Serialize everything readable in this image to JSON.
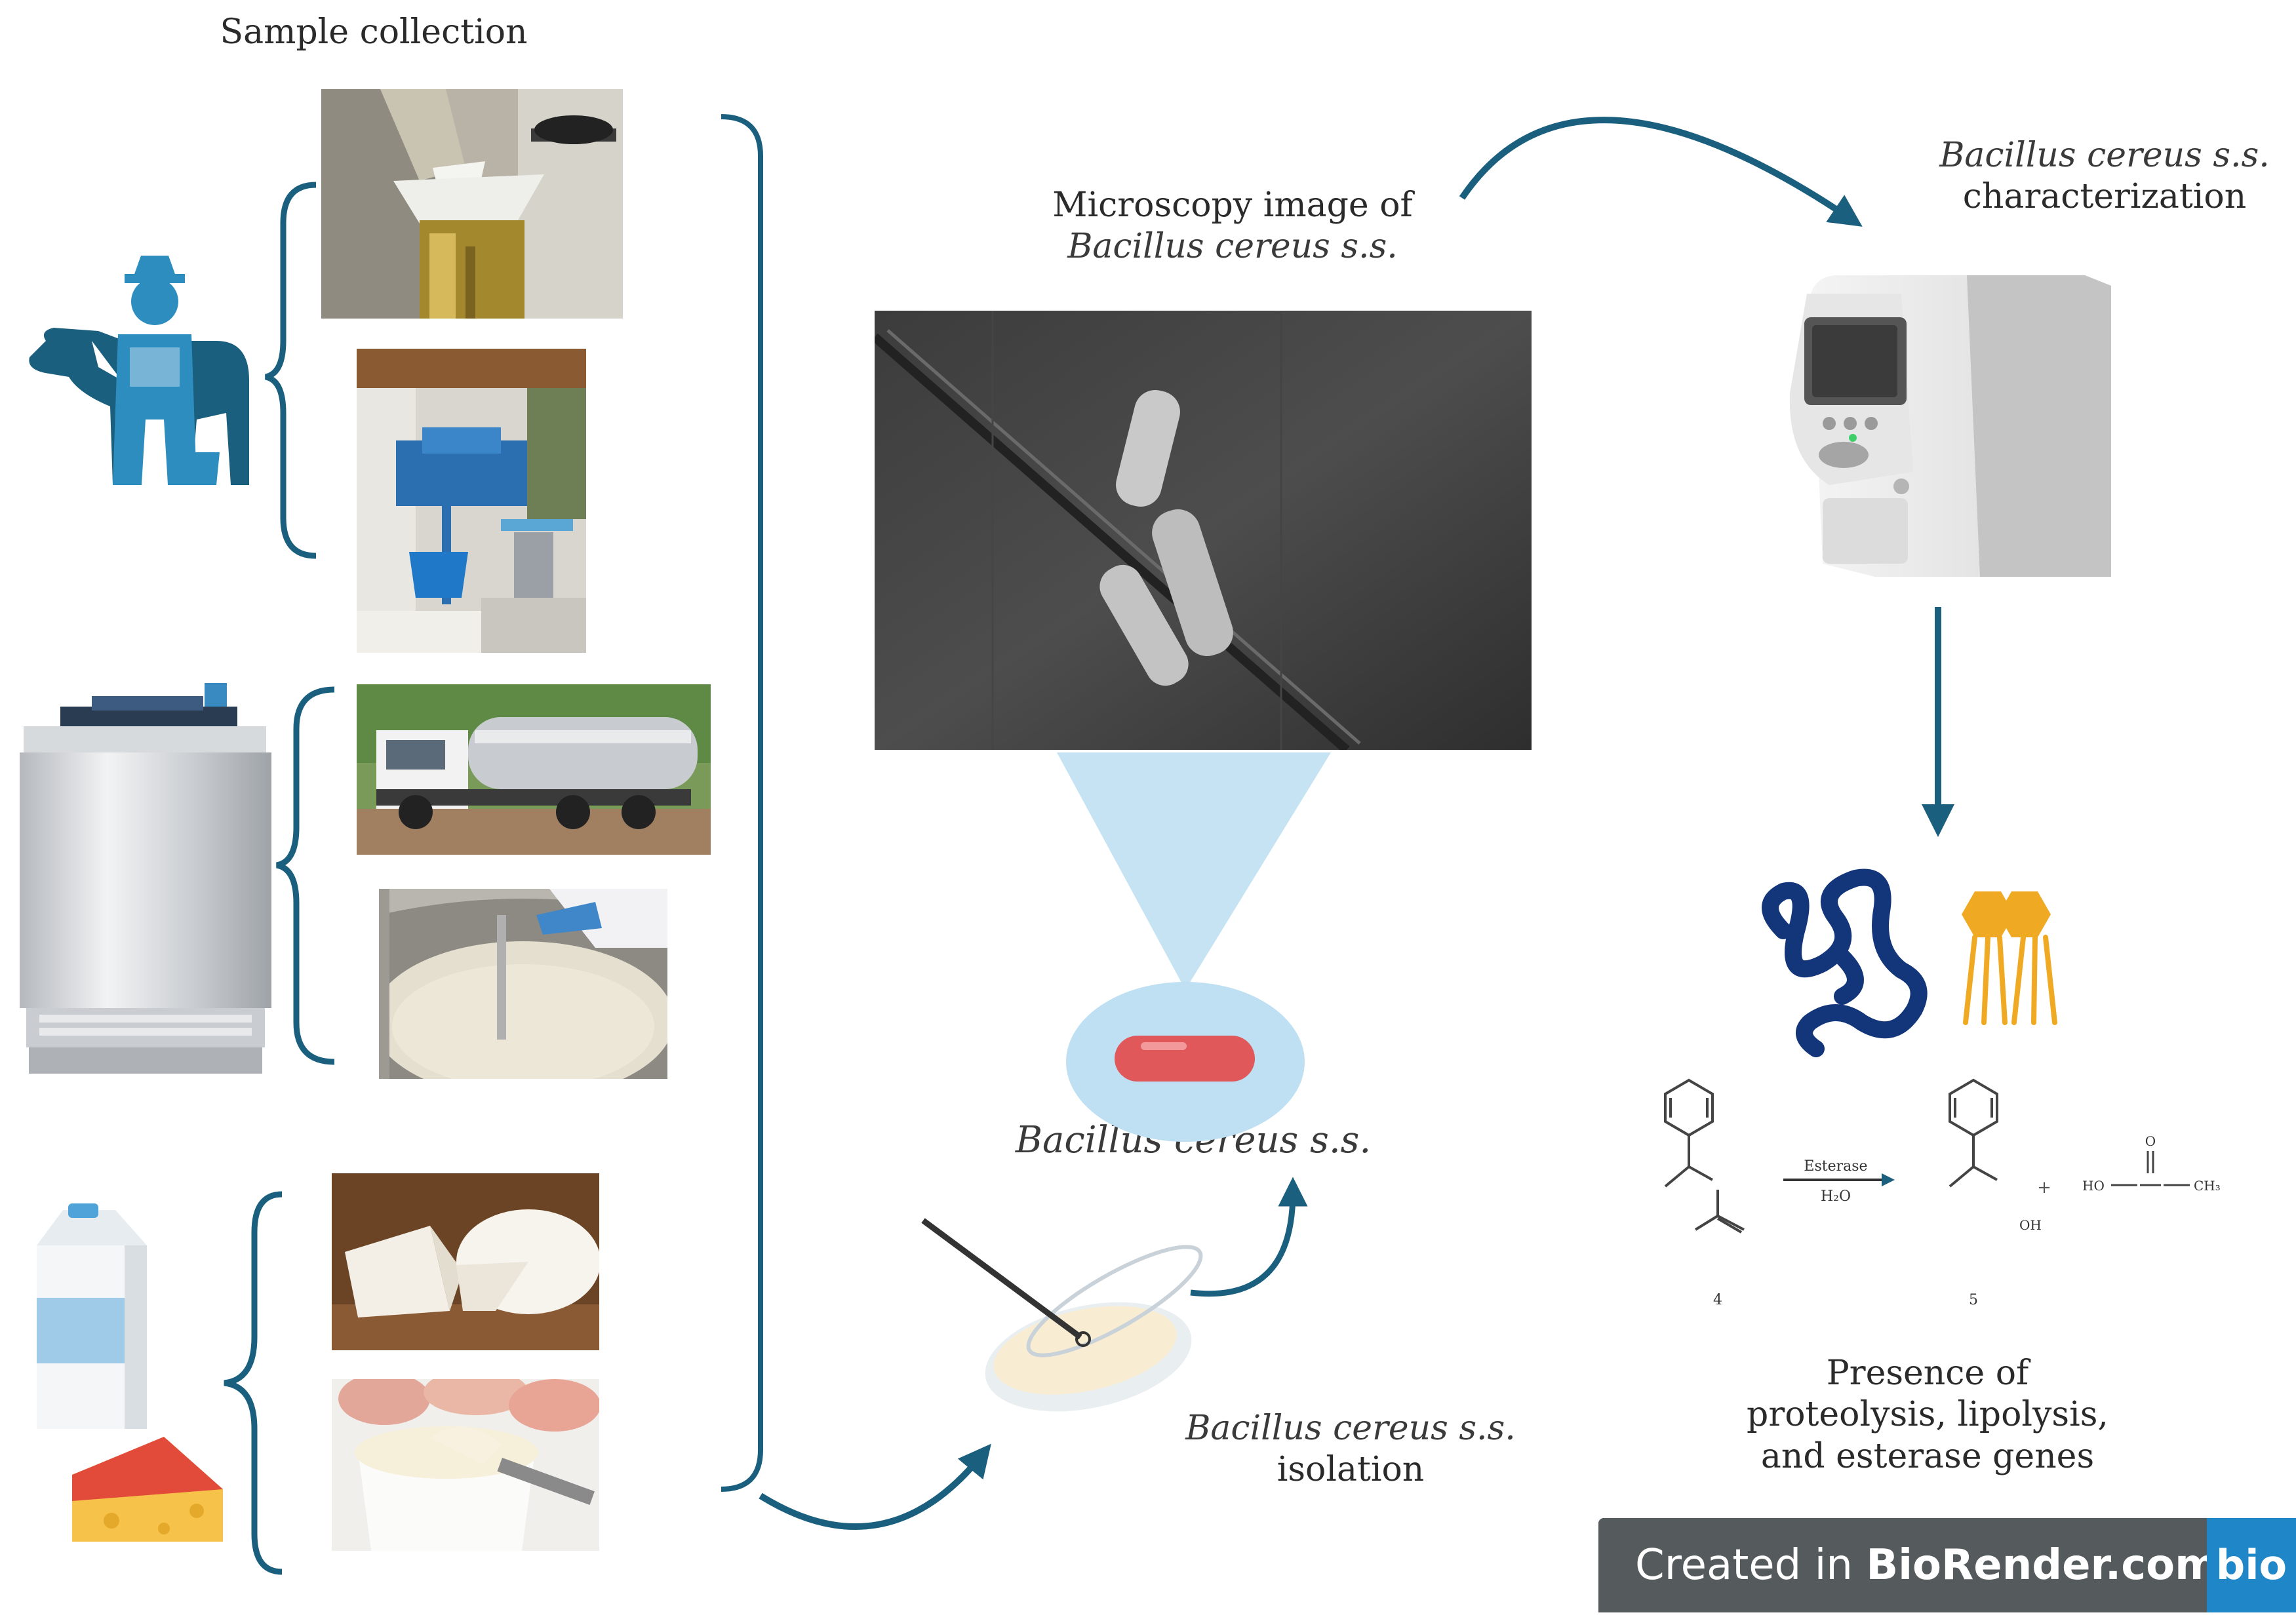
{
  "labels": {
    "sample_collection": "Sample collection",
    "microscopy_line1": "Microscopy image of",
    "microscopy_line2": "Bacillus cereus s.s.",
    "characterization_line1": "Bacillus cereus s.s.",
    "characterization_line2": "characterization",
    "bacillus_label": "Bacillus cereus s.s.",
    "isolation_line1": "Bacillus cereus s.s.",
    "isolation_line2": "isolation",
    "presence_line1": "Presence of",
    "presence_line2": "proteolysis, lipolysis,",
    "presence_line3": "and esterase genes"
  },
  "reaction": {
    "arrow_top": "Esterase",
    "arrow_bottom": "H₂O",
    "reactant_number": "4",
    "product_number": "5",
    "plus": "+",
    "oh_label": "OH",
    "acid_left": "HO",
    "acid_right": "CH₃",
    "acid_top": "O"
  },
  "watermark": {
    "prefix": "Created in ",
    "brand": "BioRender.com",
    "logo": "bio"
  },
  "colors": {
    "accent": "#1b5f7f",
    "icon_blue": "#2e8dbf",
    "cone": "#bfe0f2",
    "bacterium": "#e0585a",
    "protein": "#13357a",
    "lipid": "#f0a922"
  }
}
